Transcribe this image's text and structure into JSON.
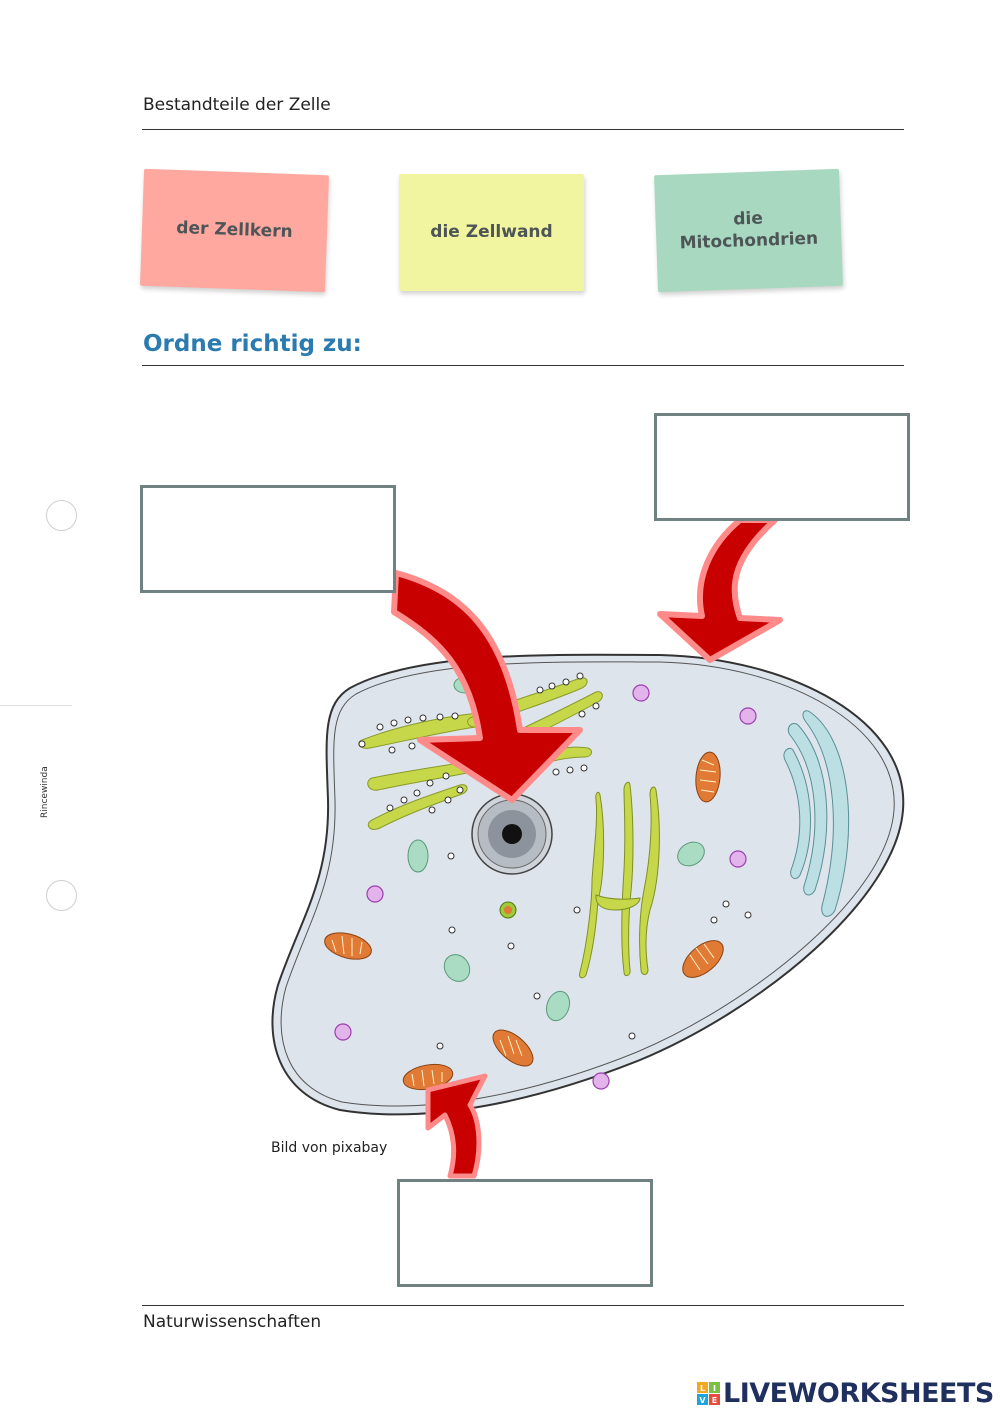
{
  "header": {
    "title": "Bestandteile der Zelle"
  },
  "cards": [
    {
      "label_line1": "der Zellkern",
      "label_line2": "",
      "color": "#ffa8a0"
    },
    {
      "label_line1": "die Zellwand",
      "label_line2": "",
      "color": "#f2f5a0"
    },
    {
      "label_line1": "die",
      "label_line2": "Mitochondrien",
      "color": "#a8d8bf"
    }
  ],
  "instruction": {
    "title": "Ordne richtig zu:"
  },
  "drop_boxes": [
    {
      "value": ""
    },
    {
      "value": ""
    },
    {
      "value": ""
    }
  ],
  "image": {
    "caption": "Bild von pixabay",
    "credit": "Rincewinda"
  },
  "footer": {
    "subject": "Naturwissenschaften"
  },
  "logo": {
    "text": "LIVEWORKSHEETS",
    "badge": [
      "L",
      "I",
      "V",
      "E"
    ]
  },
  "colors": {
    "accent": "#2b7bb0",
    "arrow": "#c80000",
    "arrow_glow": "#ff8a8a",
    "cell_fill": "#dde4ec",
    "mitochondria": "#e07a35",
    "er": "#c6d84a"
  }
}
